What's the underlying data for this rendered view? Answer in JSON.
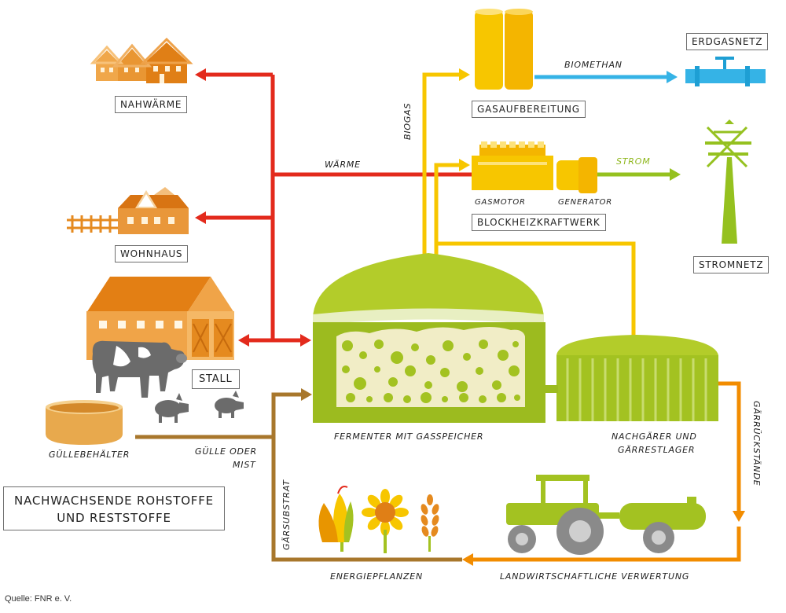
{
  "labels": {
    "nahwaerme": "NAHWÄRME",
    "wohnhaus": "WOHNHAUS",
    "stall": "STALL",
    "guellebehaelter": "GÜLLEBEHÄLTER",
    "guelle_oder_mist_1": "GÜLLE ODER",
    "guelle_oder_mist_2": "MIST",
    "nachwachsende_1": "NACHWACHSENDE ROHSTOFFE",
    "nachwachsende_2": "UND RESTSTOFFE",
    "waerme": "WÄRME",
    "biogas": "BIOGAS",
    "gasaufbereitung": "GASAUFBEREITUNG",
    "biomethan": "BIOMETHAN",
    "erdgasnetz": "ERDGASNETZ",
    "strom": "STROM",
    "gasmotor": "GASMOTOR",
    "generator": "GENERATOR",
    "blockheizkraftwerk": "BLOCKHEIZKRAFTWERK",
    "stromnetz": "STROMNETZ",
    "fermenter": "FERMENTER MIT GASSPEICHER",
    "nachgaerer_1": "NACHGÄRER UND",
    "nachgaerer_2": "GÄRRESTLAGER",
    "gaerrueckstaende": "GÄRRÜCKSTÄNDE",
    "gaersubstrat": "GÄRSUBSTRAT",
    "energiepflanzen": "ENERGIEPFLANZEN",
    "landwirtschaftliche": "LANDWIRTSCHAFTLICHE VERWERTUNG",
    "source": "Quelle: FNR e. V."
  },
  "colors": {
    "heat": "#e32a1c",
    "biogas": "#f7c600",
    "biomethan": "#35b3e6",
    "strom": "#95c11f",
    "digestate": "#f28c00",
    "substrate": "#a8772c",
    "fermenter": "#a3c221",
    "house": "#e58a1f",
    "cow": "#6b6b6b"
  }
}
